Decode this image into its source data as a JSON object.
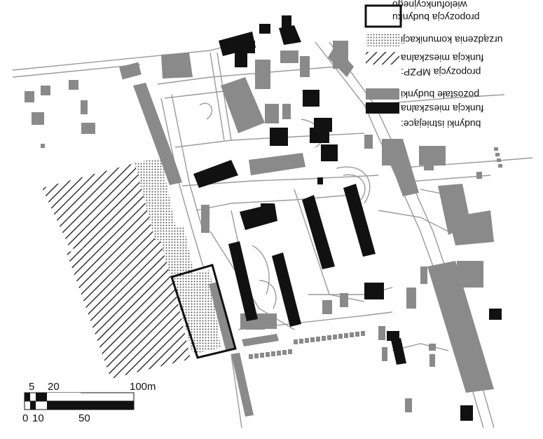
{
  "map": {
    "legend": {
      "proposal_box_label_line1": "propozycja budynku",
      "proposal_box_label_line2": "wielofunkcyjnego",
      "mpzp_heading": "propozycja MPZP:",
      "mpzp_residential": "funkcja mieszkalna",
      "mpzp_communication": "urządzenia komunikacji",
      "existing_heading": "budynki istniejące:",
      "existing_residential": "funkcja mieszkalna",
      "existing_other": "pozostałe budynki"
    },
    "scale_bar": {
      "upper_labels": [
        "5",
        "20",
        "100m"
      ],
      "lower_labels": [
        "0",
        "10",
        "50"
      ]
    },
    "colors": {
      "background": "#ffffff",
      "residential_existing": "#111111",
      "other_buildings": "#8a8a8a",
      "roads": "#9a9a9a",
      "hatch": "#333333",
      "dots": "#555555",
      "proposal_outline": "#111111"
    }
  }
}
